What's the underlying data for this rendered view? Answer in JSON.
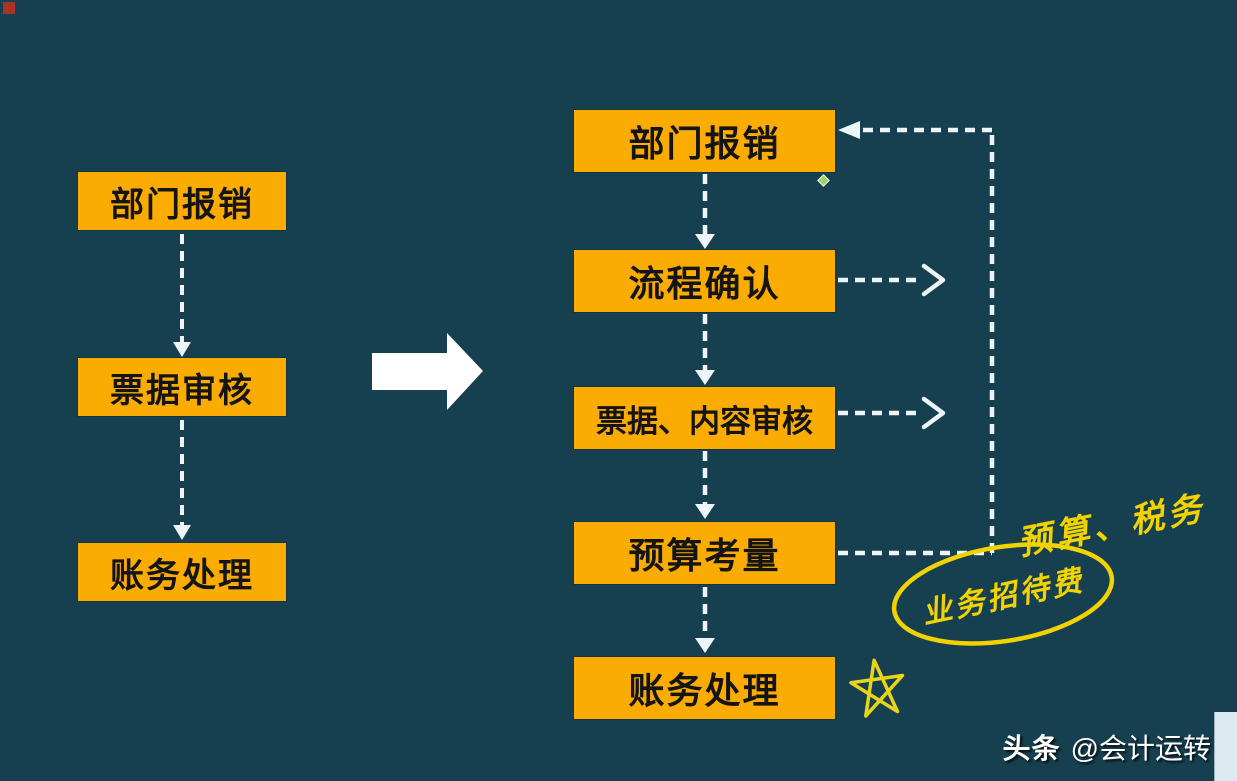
{
  "diagram": {
    "type": "flowchart",
    "topic": "expense reimbursement process (before vs after)"
  },
  "colors": {
    "background": "#16404f",
    "box_fill": "#fbac02",
    "box_text": "#141414",
    "connector": "#eef5f8",
    "handwriting": "#f2d200",
    "watermark_text": "#ffffff",
    "corner_marker": "#a93226",
    "corner_panel": "#dcebf2"
  },
  "left_flow": {
    "steps": [
      {
        "label": "部门报销"
      },
      {
        "label": "票据审核"
      },
      {
        "label": "账务处理"
      }
    ]
  },
  "right_flow": {
    "steps": [
      {
        "label": "部门报销"
      },
      {
        "label": "流程确认"
      },
      {
        "label": "票据、内容审核"
      },
      {
        "label": "预算考量"
      },
      {
        "label": "账务处理"
      }
    ]
  },
  "annotations": {
    "budget_tax_note": "预算、税务",
    "entertainment_note": "业务招待费",
    "entertainment_note_circled": true,
    "star_marker": "hand-drawn-star"
  },
  "watermark": {
    "brand": "头条",
    "handle": "@会计运转"
  }
}
